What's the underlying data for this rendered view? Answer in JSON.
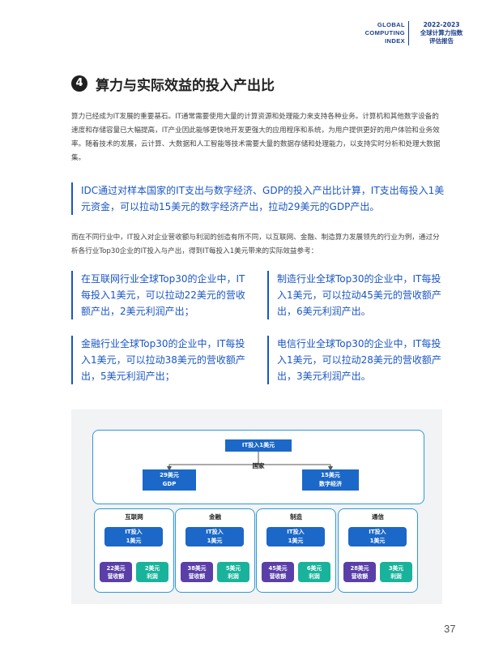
{
  "header": {
    "index_lines": [
      "GLOBAL",
      "COMPUTING",
      "INDEX"
    ],
    "report_lines": [
      "2022-2023",
      "全球计算力指数",
      "评估报告"
    ]
  },
  "section": {
    "number": "4",
    "title": "算力与实际效益的投入产出比"
  },
  "intro_paragraph": "算力已经成为IT发展的重要基石。IT通常需要使用大量的计算资源和处理能力来支持各种业务。计算机和其他数字设备的速度和存储容量已大幅提高，IT产业因此能够更快地开发更强大的应用程序和系统，为用户提供更好的用户体验和业务效率。随着技术的发展，云计算、大数据和人工智能等技术需要大量的数据存储和处理能力，以支持实时分析和处理大数据集。",
  "main_quote": "IDC通过对样本国家的IT支出与数字经济、GDP的投入产出比计算，IT支出每投入1美元资金，可以拉动15美元的数字经济产出，拉动29美元的GDP产出。",
  "industry_paragraph": "而在不同行业中，IT投入对企业营收额与利润的创造有所不同，以互联网、金融、制造算力发展领先的行业为例，通过分析各行业Top30企业的IT投入与产出，得到IT每投入1美元带来的实际效益参考：",
  "quotes": {
    "internet": "在互联网行业全球Top30的企业中，IT每投入1美元，可以拉动22美元的营收额产出，2美元利润产出；",
    "manufacturing": "制造行业全球Top30的企业中，IT每投入1美元，可以拉动45美元的营收额产出，6美元利润产出。",
    "finance": "金融行业全球Top30的企业中，IT每投入1美元，可以拉动38美元的营收额产出，5美元利润产出；",
    "telecom": "电信行业全球Top30的企业中，IT每投入1美元，可以拉动28美元的营收额产出，3美元利润产出。"
  },
  "diagram": {
    "top": {
      "it_label": "IT投入1美元",
      "country_label": "国家",
      "gdp_value": "29美元",
      "gdp_label": "GDP",
      "digital_value": "15美元",
      "digital_label": "数字经济"
    },
    "industries": [
      {
        "name": "互联网",
        "it_line1": "IT投入",
        "it_line2": "1美元",
        "rev_value": "22美元",
        "rev_label": "营收额",
        "prof_value": "2美元",
        "prof_label": "利润"
      },
      {
        "name": "金融",
        "it_line1": "IT投入",
        "it_line2": "1美元",
        "rev_value": "38美元",
        "rev_label": "营收额",
        "prof_value": "5美元",
        "prof_label": "利润"
      },
      {
        "name": "制造",
        "it_line1": "IT投入",
        "it_line2": "1美元",
        "rev_value": "45美元",
        "rev_label": "营收额",
        "prof_value": "6美元",
        "prof_label": "利润"
      },
      {
        "name": "通信",
        "it_line1": "IT投入",
        "it_line2": "1美元",
        "rev_value": "28美元",
        "rev_label": "营收额",
        "prof_value": "3美元",
        "prof_label": "利润"
      }
    ],
    "colors": {
      "it_box": "#1b68c8",
      "revenue_box": "#5a3fa8",
      "profit_box": "#19b39c",
      "border": "#2c9ad6"
    }
  },
  "page_number": "37"
}
